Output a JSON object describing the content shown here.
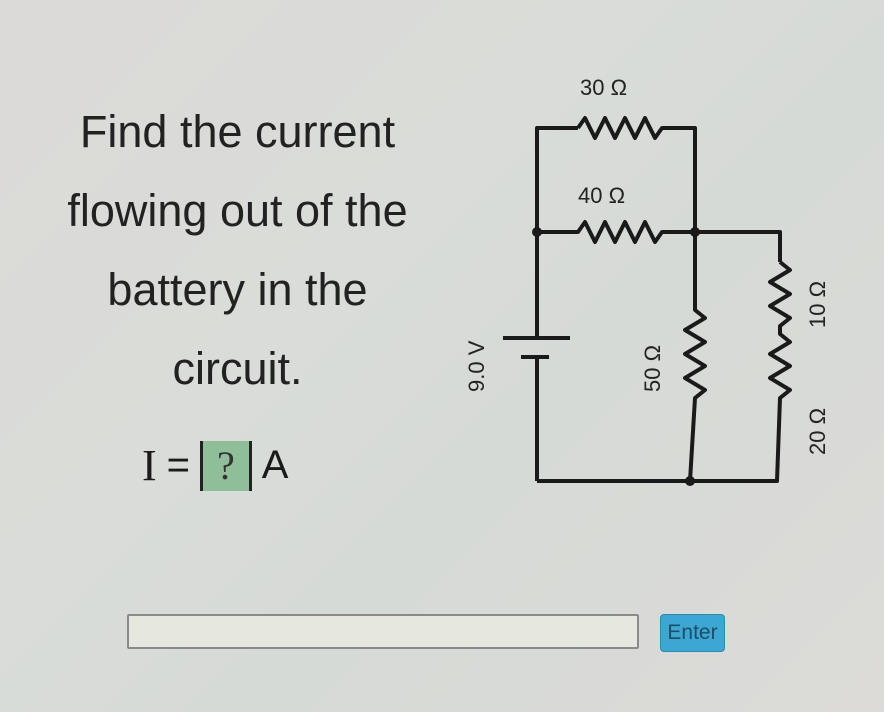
{
  "question": {
    "lines": [
      "Find the current",
      "flowing out of the",
      "battery in the",
      "circuit."
    ]
  },
  "equation": {
    "variable": "I",
    "equals": "=",
    "blank": "?",
    "unit": "A"
  },
  "circuit": {
    "battery": "9.0 V",
    "r_top": "30 Ω",
    "r_middle": "40 Ω",
    "r_vertical": "50 Ω",
    "r_right_upper": "10 Ω",
    "r_right_lower": "20 Ω"
  },
  "answer_input": {
    "value": ""
  },
  "enter_button": {
    "label": "Enter"
  },
  "colors": {
    "blank": "#8fbf98",
    "enter": "#3ba7d2"
  }
}
